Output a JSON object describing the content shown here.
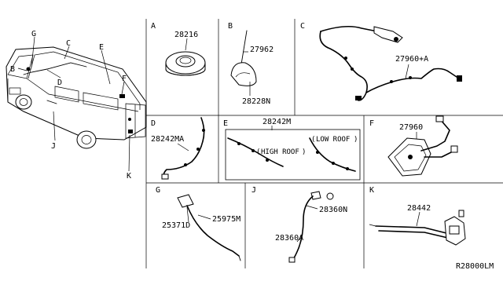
{
  "sections": {
    "a": {
      "letter": "A",
      "parts": {
        "p1": "28216"
      }
    },
    "b": {
      "letter": "B",
      "parts": {
        "p1": "27962",
        "p2": "28228N"
      }
    },
    "c": {
      "letter": "C",
      "parts": {
        "p1": "27960+A"
      }
    },
    "d": {
      "letter": "D",
      "parts": {
        "p1": "28242MA"
      }
    },
    "e": {
      "letter": "E",
      "parts": {
        "p1": "28242M"
      },
      "notes": {
        "high": "HIGH ROOF",
        "low": "LOW ROOF"
      }
    },
    "f": {
      "letter": "F",
      "parts": {
        "p1": "27960"
      }
    },
    "g": {
      "letter": "G",
      "parts": {
        "p1": "25975M",
        "p2": "25371D"
      }
    },
    "j": {
      "letter": "J",
      "parts": {
        "p1": "28360N",
        "p2": "28360A"
      }
    },
    "k": {
      "letter": "K",
      "parts": {
        "p1": "28442"
      }
    }
  },
  "vehicle_callouts": [
    "G",
    "C",
    "B",
    "D",
    "E",
    "F",
    "J",
    "K"
  ],
  "diagram_code": "R28000LM"
}
